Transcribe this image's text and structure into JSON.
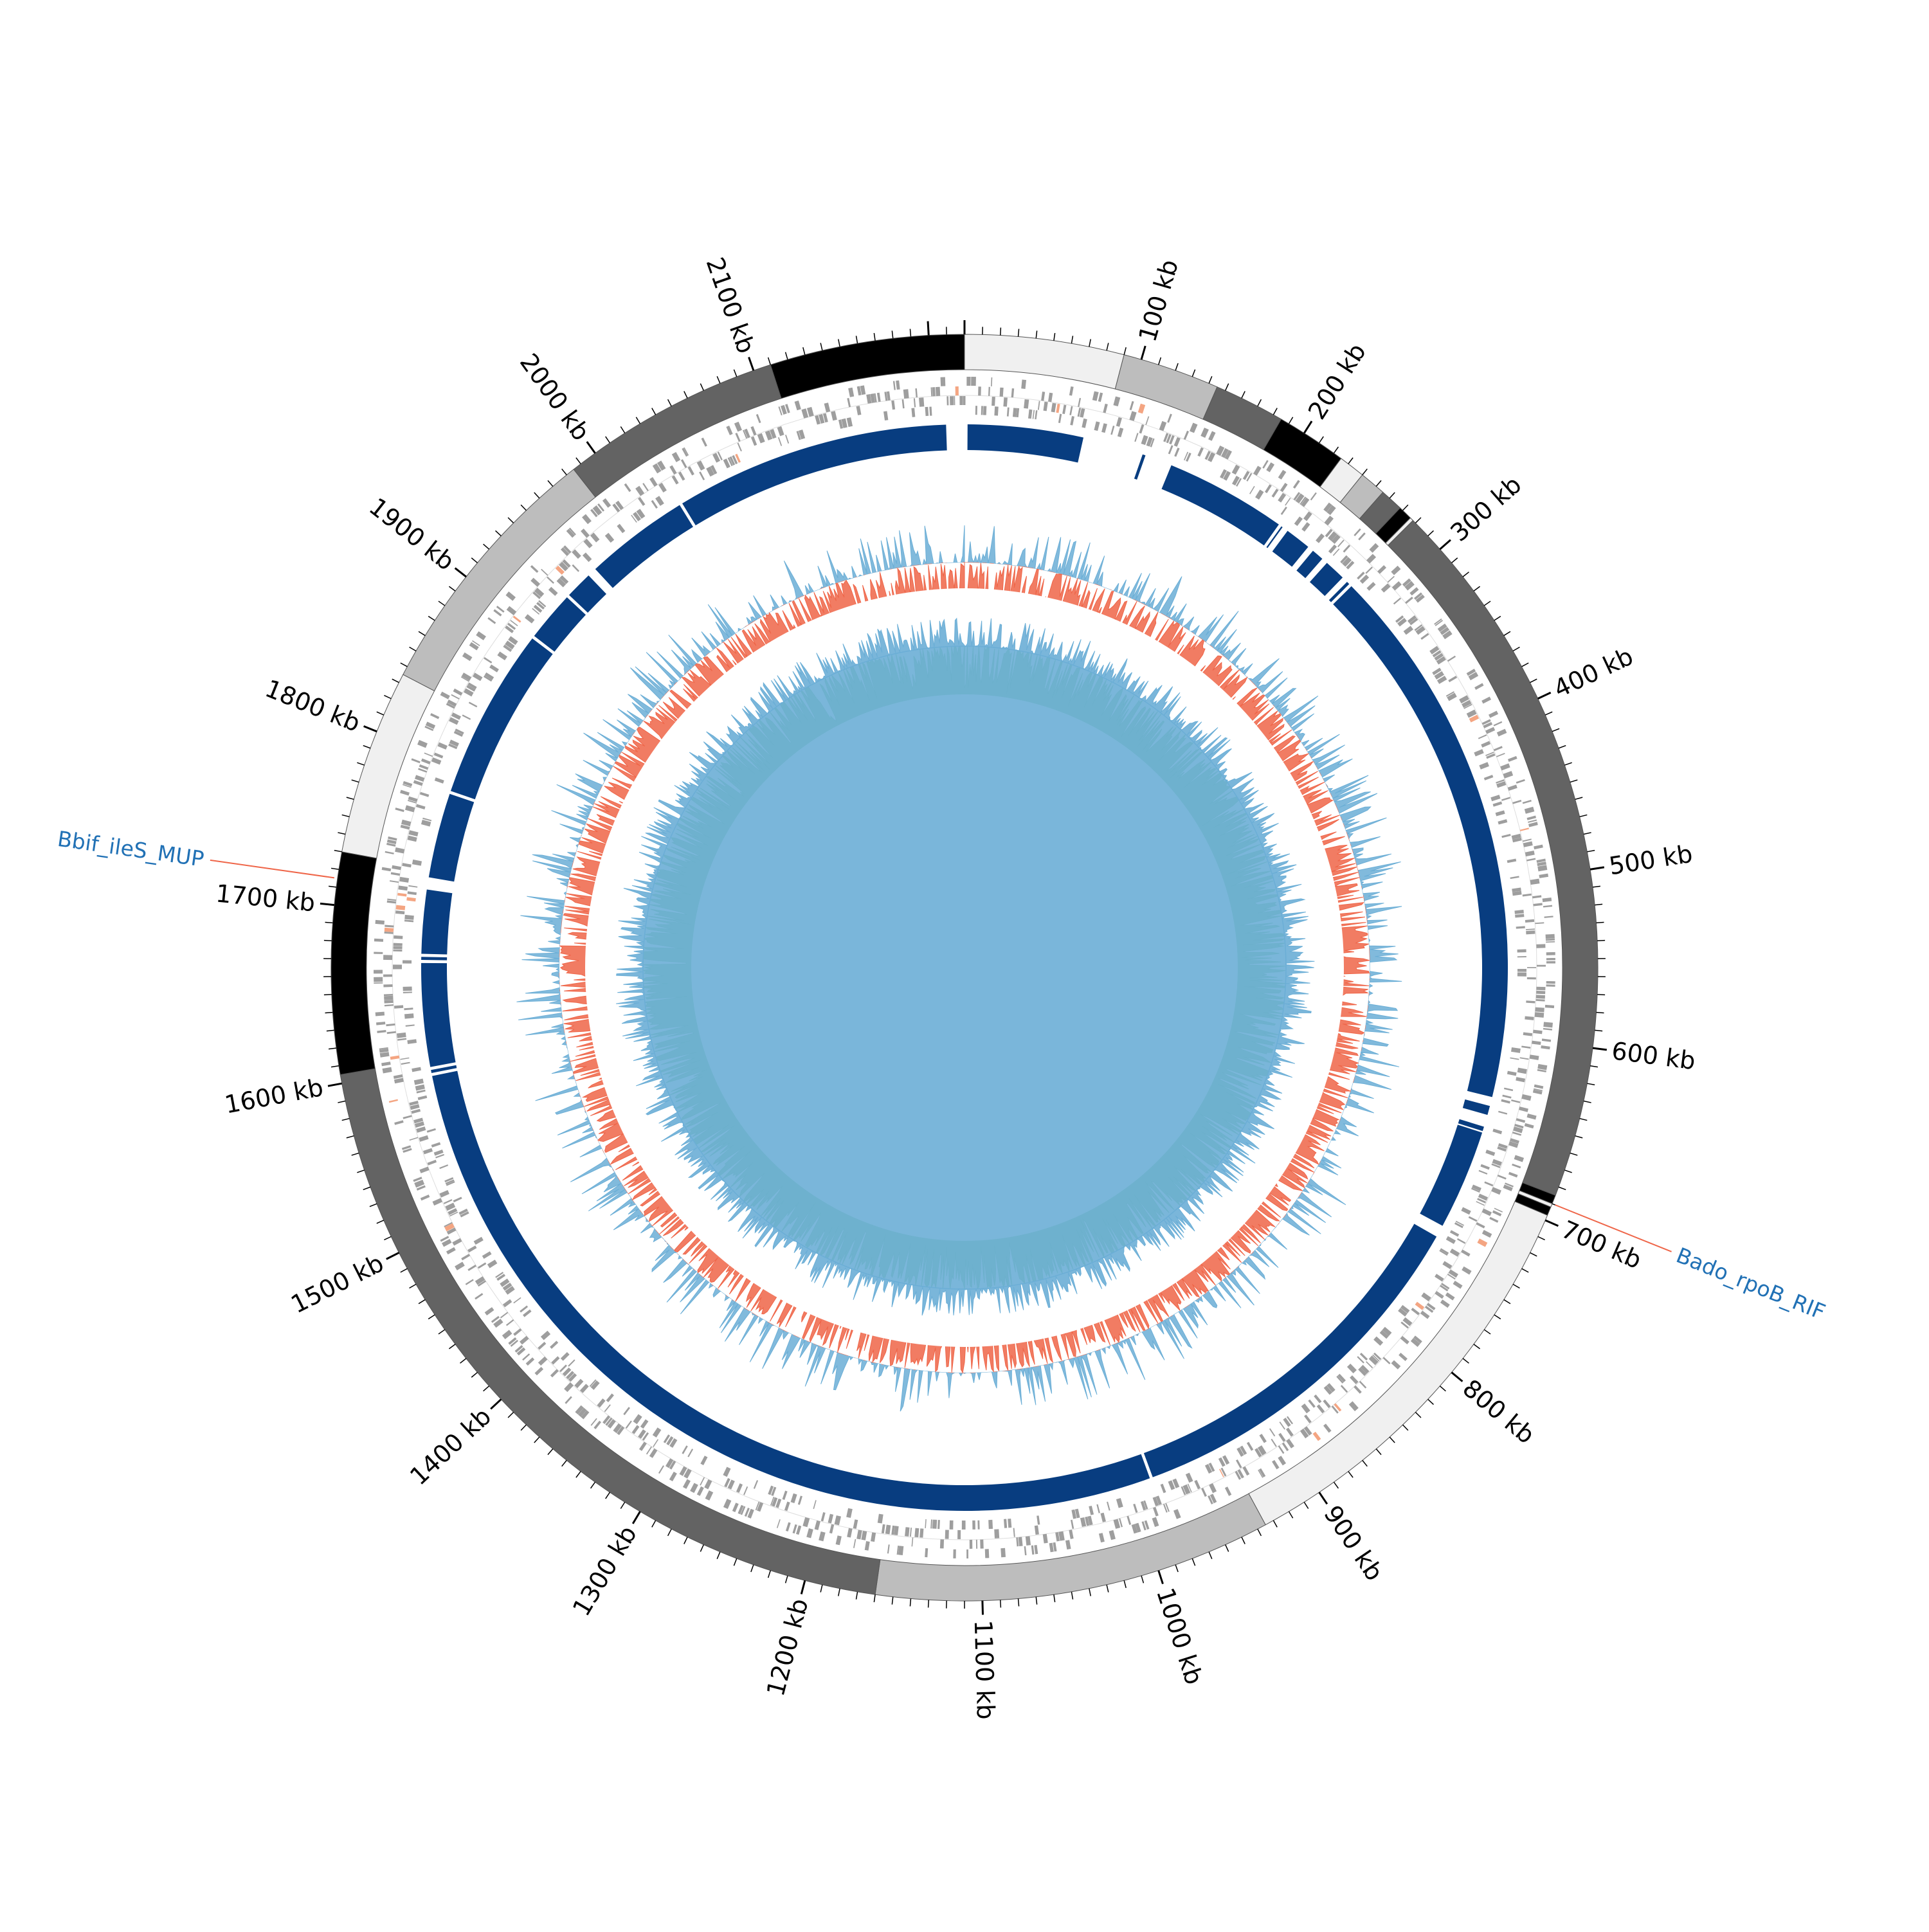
{
  "chart_data": {
    "type": "circular-genome-map",
    "genome_length_kb": 2220,
    "tick_labels": [
      "100 kb",
      "200 kb",
      "300 kb",
      "400 kb",
      "500 kb",
      "600 kb",
      "700 kb",
      "800 kb",
      "900 kb",
      "1000 kb",
      "1100 kb",
      "1200 kb",
      "1300 kb",
      "1400 kb",
      "1500 kb",
      "1600 kb",
      "1700 kb",
      "1800 kb",
      "1900 kb",
      "2000 kb",
      "2100 kb"
    ],
    "tick_values_kb": [
      100,
      200,
      300,
      400,
      500,
      600,
      700,
      800,
      900,
      1000,
      1100,
      1200,
      1300,
      1400,
      1500,
      1600,
      1700,
      1800,
      1900,
      2000,
      2100
    ],
    "contigs_kb": [
      {
        "start": 0,
        "end": 90,
        "color": "#f0f0f0"
      },
      {
        "start": 90,
        "end": 145,
        "color": "#bdbdbd"
      },
      {
        "start": 145,
        "end": 185,
        "color": "#636363"
      },
      {
        "start": 185,
        "end": 225,
        "color": "#000000"
      },
      {
        "start": 225,
        "end": 240,
        "color": "#f0f0f0"
      },
      {
        "start": 240,
        "end": 255,
        "color": "#bdbdbd"
      },
      {
        "start": 255,
        "end": 268,
        "color": "#636363"
      },
      {
        "start": 268,
        "end": 276,
        "color": "#000000"
      },
      {
        "start": 276,
        "end": 278,
        "color": "#f0f0f0"
      },
      {
        "start": 278,
        "end": 685,
        "color": "#636363"
      },
      {
        "start": 685,
        "end": 690,
        "color": "#000000"
      },
      {
        "start": 690,
        "end": 692,
        "color": "#f0f0f0"
      },
      {
        "start": 692,
        "end": 697,
        "color": "#000000"
      },
      {
        "start": 697,
        "end": 935,
        "color": "#f0f0f0"
      },
      {
        "start": 935,
        "end": 1160,
        "color": "#bdbdbd"
      },
      {
        "start": 1160,
        "end": 1605,
        "color": "#636363"
      },
      {
        "start": 1605,
        "end": 1730,
        "color": "#000000"
      },
      {
        "start": 1730,
        "end": 1835,
        "color": "#f0f0f0"
      },
      {
        "start": 1835,
        "end": 1985,
        "color": "#bdbdbd"
      },
      {
        "start": 1985,
        "end": 2110,
        "color": "#636363"
      },
      {
        "start": 2110,
        "end": 2220,
        "color": "#000000"
      }
    ],
    "alignment_blocks_kb": [
      {
        "start": 2,
        "end": 78
      },
      {
        "start": 118,
        "end": 120
      },
      {
        "start": 138,
        "end": 218
      },
      {
        "start": 220,
        "end": 221
      },
      {
        "start": 225,
        "end": 242
      },
      {
        "start": 246,
        "end": 254
      },
      {
        "start": 258,
        "end": 272
      },
      {
        "start": 276,
        "end": 278
      },
      {
        "start": 280,
        "end": 640
      },
      {
        "start": 646,
        "end": 652
      },
      {
        "start": 660,
        "end": 663
      },
      {
        "start": 664,
        "end": 730
      },
      {
        "start": 738,
        "end": 985
      },
      {
        "start": 987,
        "end": 1594
      },
      {
        "start": 1596,
        "end": 1598
      },
      {
        "start": 1600,
        "end": 1668
      },
      {
        "start": 1670,
        "end": 1672
      },
      {
        "start": 1674,
        "end": 1716
      },
      {
        "start": 1724,
        "end": 1780
      },
      {
        "start": 1782,
        "end": 1895
      },
      {
        "start": 1897,
        "end": 1930
      },
      {
        "start": 1932,
        "end": 1950
      },
      {
        "start": 1956,
        "end": 2025
      },
      {
        "start": 2027,
        "end": 2208
      }
    ],
    "colors": {
      "alignment": "#083d80",
      "cds": "#9e9e9e",
      "cds_highlight": "#f4a582",
      "gc_content_low": "#ef6548",
      "gc_content_high": "#6baed6",
      "gc_skew_neg": "#74c476",
      "gc_skew_pos": "#6baed6",
      "label_line": "#ef6548",
      "label_text": "#2171b5"
    },
    "annotations": [
      {
        "label": "Bado_rpoB_RIF",
        "position_kb": 690
      },
      {
        "label": "Bbif_ileS_MUP",
        "position_kb": 1715
      }
    ]
  }
}
